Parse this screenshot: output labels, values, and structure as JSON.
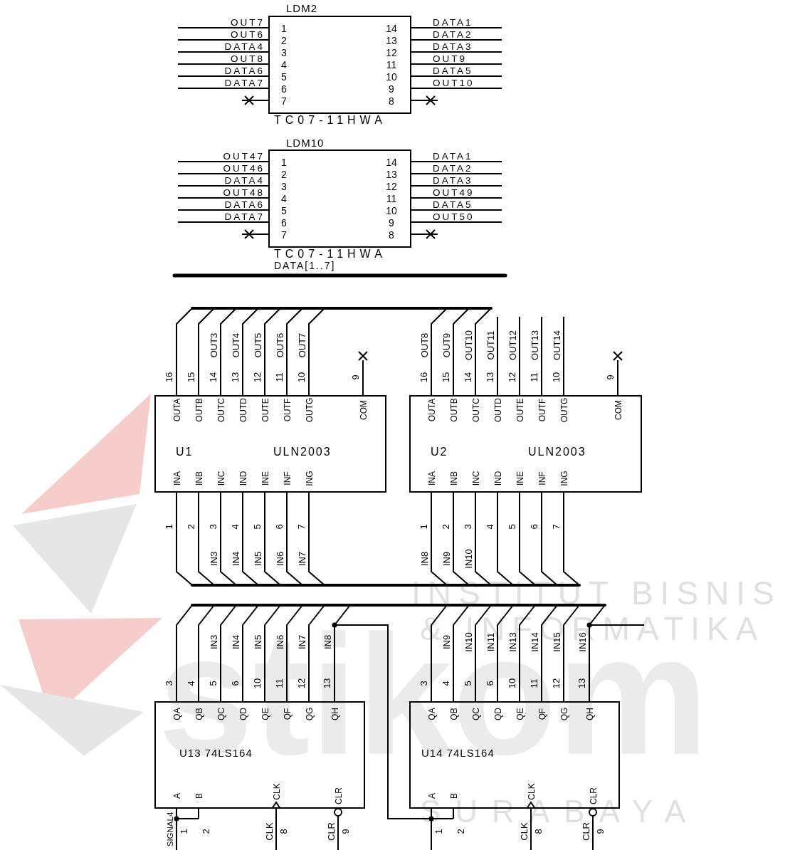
{
  "diagram": {
    "nodes": [
      {
        "text": [
          "LDM2",
          "TC07-11HWA"
        ]
      },
      {
        "text": [
          "LDM10",
          "TC07-11HWA"
        ]
      },
      {
        "text": [
          "U1",
          "ULN2003"
        ]
      },
      {
        "text": [
          "U2",
          "ULN2003"
        ]
      },
      {
        "text": [
          "U13 74LS164"
        ]
      },
      {
        "text": [
          "U14 74LS164"
        ]
      }
    ],
    "edges": [
      {
        "from": 4,
        "to": 5,
        "arrow": "none"
      }
    ],
    "labels": [
      "OUT7",
      "OUT6",
      "DATA4",
      "OUT8",
      "DATA6",
      "DATA7",
      "1",
      "2",
      "3",
      "4",
      "5",
      "6",
      "7",
      "14",
      "13",
      "12",
      "11",
      "10",
      "9",
      "8",
      "DATA1",
      "DATA2",
      "DATA3",
      "OUT9",
      "DATA5",
      "OUT10",
      "OUT47",
      "OUT46",
      "DATA4",
      "OUT48",
      "DATA6",
      "DATA7",
      "1",
      "2",
      "3",
      "4",
      "5",
      "6",
      "7",
      "14",
      "13",
      "12",
      "11",
      "10",
      "9",
      "8",
      "DATA1",
      "DATA2",
      "DATA3",
      "OUT49",
      "DATA5",
      "OUT50",
      "DATA[1..7]",
      "16",
      "15",
      "14",
      "13",
      "12",
      "11",
      "10",
      "9",
      "OUT3",
      "OUT4",
      "OUT5",
      "OUT6",
      "OUT7",
      "OUTA",
      "OUTB",
      "OUTC",
      "OUTD",
      "OUTE",
      "OUTF",
      "OUTG",
      "COM",
      "INA",
      "INB",
      "INC",
      "IND",
      "INE",
      "INF",
      "ING",
      "1",
      "2",
      "3",
      "4",
      "5",
      "6",
      "7",
      "IN3",
      "IN4",
      "IN5",
      "IN6",
      "IN7",
      "16",
      "15",
      "14",
      "13",
      "12",
      "11",
      "10",
      "9",
      "OUT8",
      "OUT9",
      "OUT10",
      "OUT11",
      "OUT12",
      "OUT13",
      "OUT14",
      "OUTA",
      "OUTB",
      "OUTC",
      "OUTD",
      "OUTE",
      "OUTF",
      "OUTG",
      "COM",
      "INA",
      "INB",
      "INC",
      "IND",
      "INE",
      "INF",
      "ING",
      "1",
      "2",
      "3",
      "4",
      "5",
      "6",
      "7",
      "IN8",
      "IN9",
      "IN10",
      "3",
      "4",
      "5",
      "6",
      "10",
      "11",
      "12",
      "13",
      "IN3",
      "IN4",
      "IN5",
      "IN6",
      "IN7",
      "IN8",
      "QA",
      "QB",
      "QC",
      "QD",
      "QE",
      "QF",
      "QG",
      "QH",
      "A",
      "B",
      "CLK",
      "CLR",
      "1",
      "2",
      "8",
      "9",
      "SIGNAL4",
      "CLK",
      "CLR",
      "3",
      "4",
      "5",
      "6",
      "10",
      "11",
      "12",
      "13",
      "IN9",
      "IN10",
      "IN11",
      "IN13",
      "IN14",
      "IN15",
      "IN16",
      "QA",
      "QB",
      "QC",
      "QD",
      "QE",
      "QF",
      "QG",
      "QH",
      "A",
      "B",
      "CLK",
      "CLR",
      "1",
      "2",
      "8",
      "9",
      "CLK",
      "CLR",
      "INSTITUT BISNIS",
      "& INFORMATIKA",
      "stikom",
      "SURABAYA"
    ]
  }
}
